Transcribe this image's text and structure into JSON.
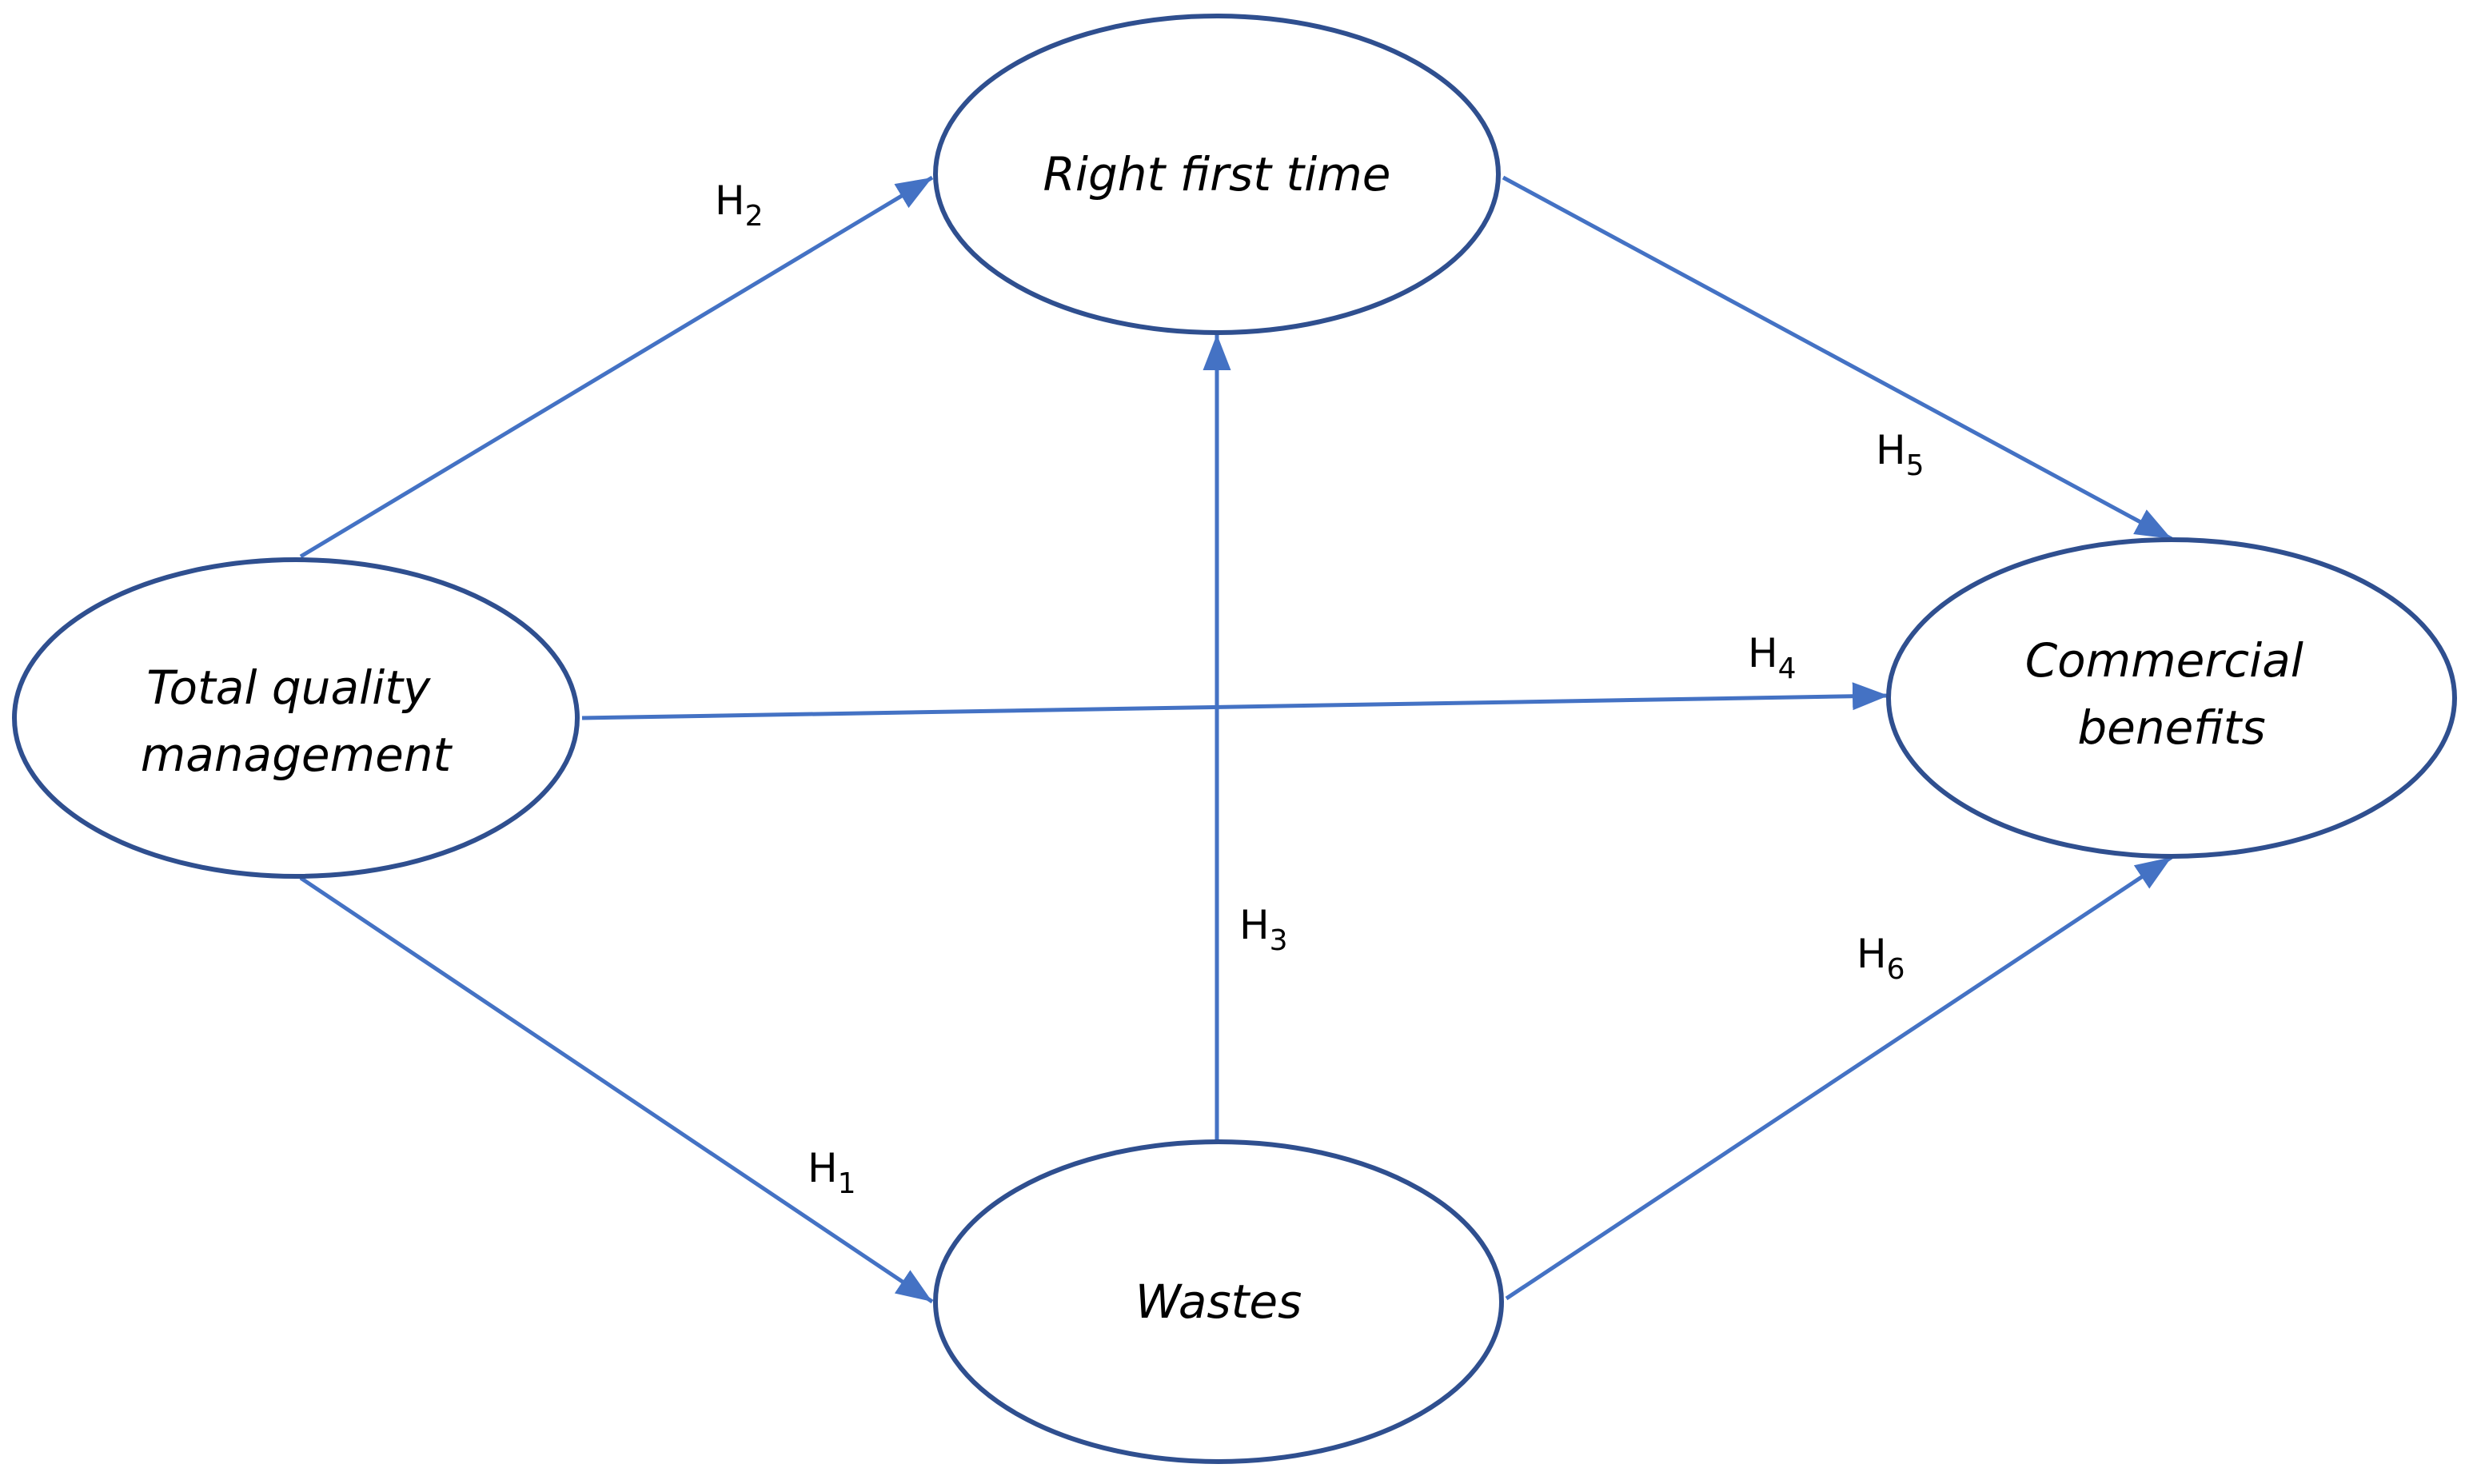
{
  "colors": {
    "node_border": "#2F4F8F",
    "edge": "#4472C4",
    "text": "#000000"
  },
  "nodes": {
    "tqm": {
      "line1": "Total quality",
      "line2": "management"
    },
    "rft": {
      "label": "Right first time"
    },
    "wastes": {
      "label": "Wastes"
    },
    "commercial": {
      "line1": "Commercial",
      "line2": "benefits"
    }
  },
  "edges": {
    "h1": {
      "base": "H",
      "sub": "1",
      "from": "Total quality management",
      "to": "Wastes"
    },
    "h2": {
      "base": "H",
      "sub": "2",
      "from": "Total quality management",
      "to": "Right first time"
    },
    "h3": {
      "base": "H",
      "sub": "3",
      "from": "Wastes",
      "to": "Right first time"
    },
    "h4": {
      "base": "H",
      "sub": "4",
      "from": "Total quality management",
      "to": "Commercial benefits"
    },
    "h5": {
      "base": "H",
      "sub": "5",
      "from": "Right first time",
      "to": "Commercial benefits"
    },
    "h6": {
      "base": "H",
      "sub": "6",
      "from": "Wastes",
      "to": "Commercial benefits"
    }
  }
}
